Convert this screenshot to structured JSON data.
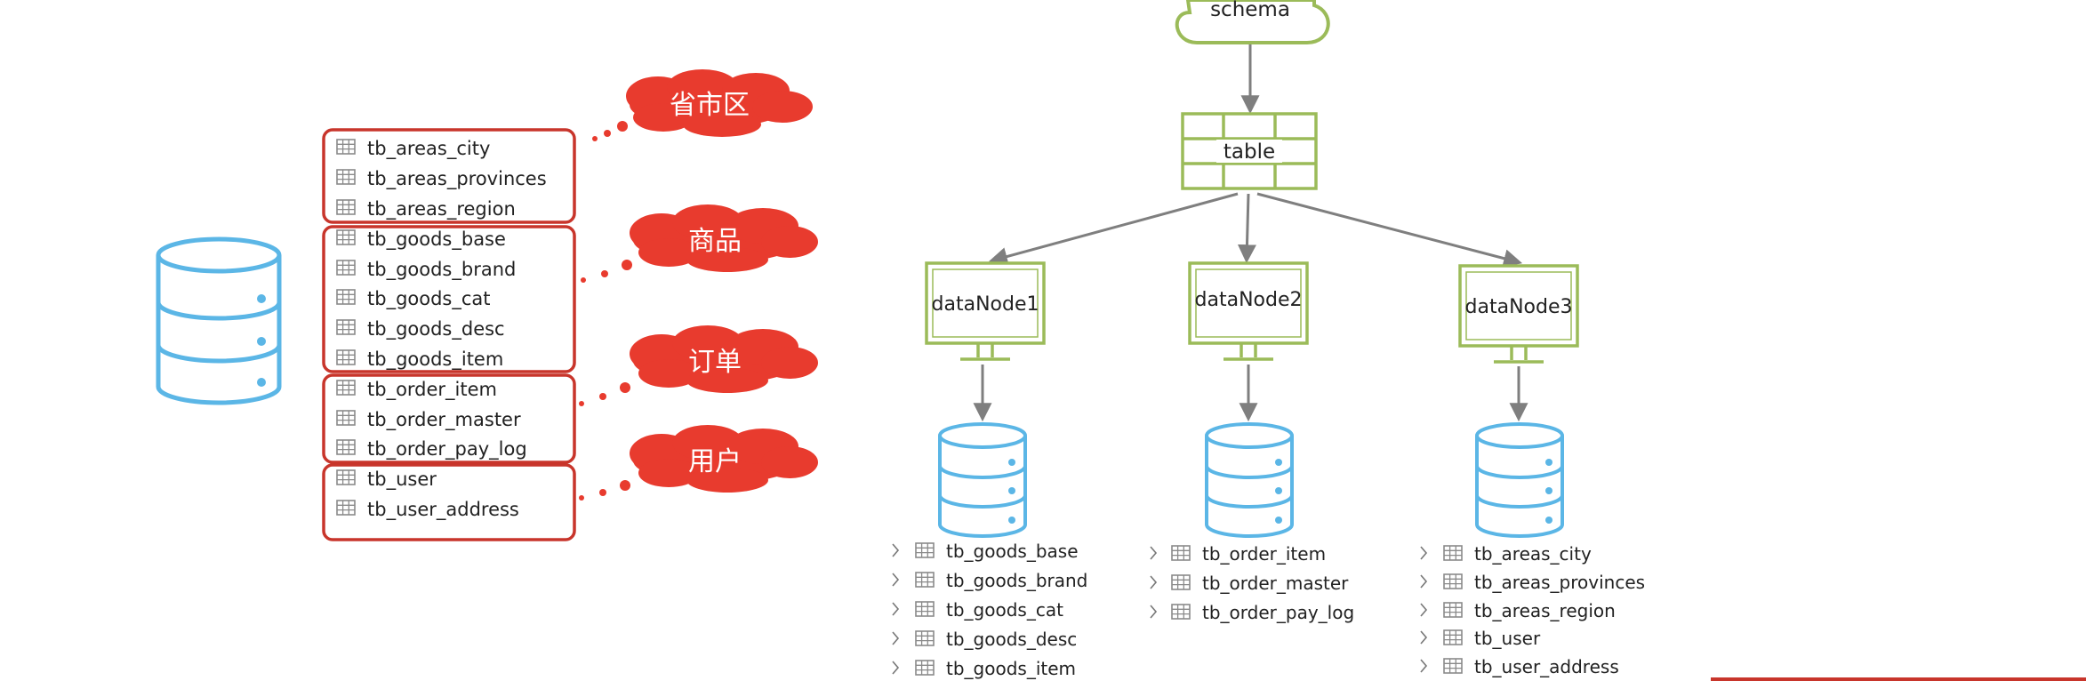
{
  "left_panel": {
    "groups": [
      {
        "label": "省市区",
        "tables": [
          "tb_areas_city",
          "tb_areas_provinces",
          "tb_areas_region"
        ]
      },
      {
        "label": "商品",
        "tables": [
          "tb_goods_base",
          "tb_goods_brand",
          "tb_goods_cat",
          "tb_goods_desc",
          "tb_goods_item"
        ]
      },
      {
        "label": "订单",
        "tables": [
          "tb_order_item",
          "tb_order_master",
          "tb_order_pay_log"
        ]
      },
      {
        "label": "用户",
        "tables": [
          "tb_user",
          "tb_user_address"
        ]
      }
    ]
  },
  "right_panel": {
    "schema_label": "schema",
    "table_label": "table",
    "nodes": [
      {
        "label": "dataNode1",
        "tables": [
          "tb_goods_base",
          "tb_goods_brand",
          "tb_goods_cat",
          "tb_goods_desc",
          "tb_goods_item"
        ]
      },
      {
        "label": "dataNode2",
        "tables": [
          "tb_order_item",
          "tb_order_master",
          "tb_order_pay_log"
        ]
      },
      {
        "label": "dataNode3",
        "tables": [
          "tb_areas_city",
          "tb_areas_provinces",
          "tb_areas_region",
          "tb_user",
          "tb_user_address"
        ]
      }
    ]
  },
  "colors": {
    "group_border": "#c8352b",
    "cloud_fill": "#e83b2e",
    "db_stroke": "#5bb6e6",
    "green": "#9bbb59",
    "arrow": "#7f7f7f",
    "text": "#222222"
  }
}
